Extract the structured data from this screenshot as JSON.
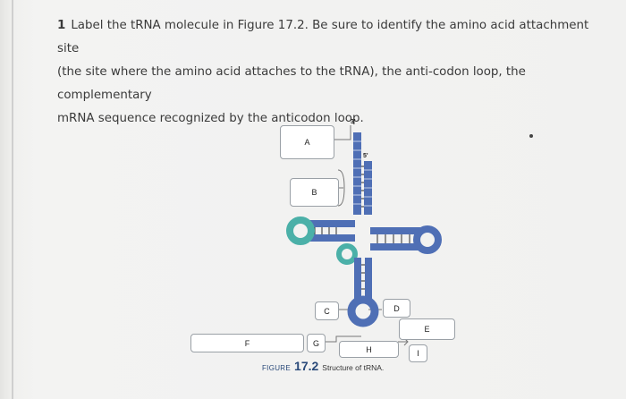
{
  "question": {
    "number": "1",
    "lines": [
      "Label the tRNA molecule in Figure 17.2. Be sure to identify the amino acid attachment site",
      "(the site where the amino acid attaches to the tRNA), the anti-codon loop, the complementary",
      "mRNA sequence recognized by the anticodon loop."
    ]
  },
  "figure": {
    "labels": {
      "a": "A",
      "b": "B",
      "c": "C",
      "d": "D",
      "e": "E",
      "f": "F",
      "g": "G",
      "h": "H",
      "i": "I"
    },
    "end_3prime": "3'",
    "end_5prime": "5'",
    "caption": {
      "word": "FIGURE",
      "number": "17.2",
      "text": "Structure of tRNA."
    },
    "colors": {
      "stem_blue": "#4f6fb5",
      "loop_teal": "#4bb0a8",
      "bond_line": "#2d2d2d",
      "box_border": "#9aa0a6"
    }
  }
}
